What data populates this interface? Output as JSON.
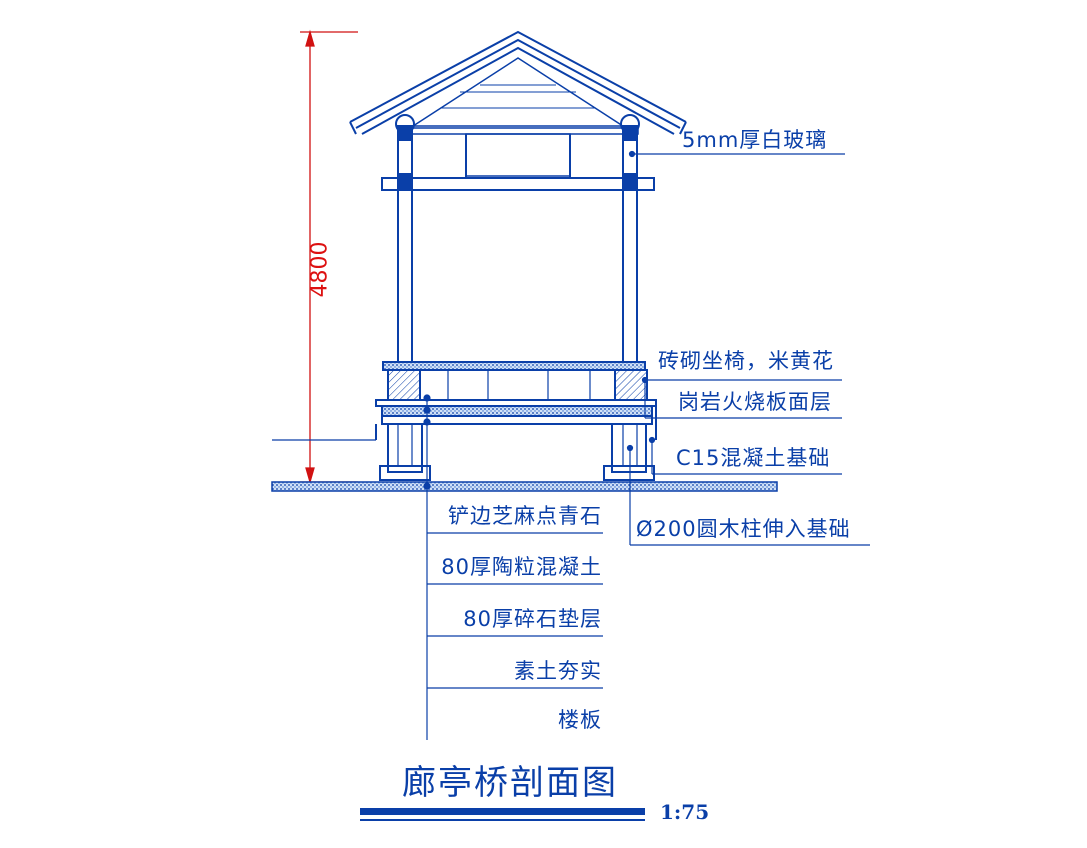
{
  "drawing": {
    "title": "廊亭桥剖面图",
    "scale": "1:75",
    "dimension": "4800",
    "labels": {
      "glass": "5mm厚白玻璃",
      "seat_line1": "砖砌坐椅，米黄花",
      "seat_line2": "岗岩火烧板面层",
      "foundation": "C15混凝土基础",
      "column": "Ø200圆木柱伸入基础",
      "layer1": "铲边芝麻点青石",
      "layer2": "80厚陶粒混凝土",
      "layer3": "80厚碎石垫层",
      "layer4": "素土夯实",
      "layer5": "楼板"
    },
    "colors": {
      "line": "#0a3fa8",
      "dimension": "#d11111",
      "hatch": "#4a7fd0"
    }
  }
}
